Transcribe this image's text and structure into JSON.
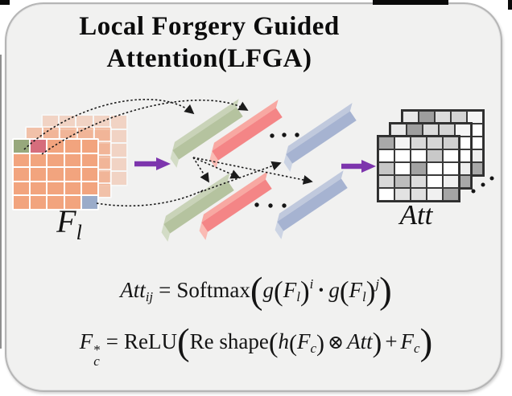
{
  "title": {
    "line1": "Local Forgery Guided",
    "line2": "Attention(LFGA)"
  },
  "diagram": {
    "fl_label": {
      "base": "F",
      "sub": "l"
    },
    "att_label": "Att",
    "colors": {
      "card_bg": "#f1f1f0",
      "card_border": "#b5b5b5",
      "cell_orange": "#f2a47e",
      "cell_green": "#97a87c",
      "cell_red": "#d66d7c",
      "cell_blue": "#9aabc9",
      "purple": "#7d35ad",
      "arrow_black": "#1b1b1b",
      "bar_green_face": "#b5c39f",
      "bar_green_top": "#c9d3b8",
      "bar_green_cap": "#d3dcc6",
      "bar_red_face": "#f48586",
      "bar_red_top": "#f8a8a2",
      "bar_red_cap": "#fabbb4",
      "bar_blue_face": "#a6b3d1",
      "bar_blue_top": "#c0c9dd",
      "bar_blue_cap": "#ccd4e4"
    },
    "fl_grid": {
      "rows": 5,
      "cols": 5,
      "special_cells": [
        {
          "r": 0,
          "c": 0,
          "color_key": "cell_green"
        },
        {
          "r": 0,
          "c": 1,
          "color_key": "cell_red"
        },
        {
          "r": 4,
          "c": 4,
          "color_key": "cell_blue"
        }
      ]
    },
    "att_grid": {
      "front": [
        [
          "#a9a9a9",
          "#f3f3f3",
          "#d9d9d9",
          "#d6d6d6",
          "#d0d0d0"
        ],
        [
          "#ffffff",
          "#ffffff",
          "#ffffff",
          "#c9c9c9",
          "#ffffff"
        ],
        [
          "#c6c6c6",
          "#ffffff",
          "#a2a2a2",
          "#ffffff",
          "#ffffff"
        ],
        [
          "#d9d9d9",
          "#bdbdbd",
          "#dcdcdc",
          "#ffffff",
          "#efefef"
        ],
        [
          "#ffffff",
          "#e2e2e2",
          "#e0e0e0",
          "#f0f0f0",
          "#a5a5a5"
        ]
      ],
      "back": [
        [
          "#e8e8e8",
          "#9e9e9e",
          "#dcdcdc",
          "#d4d4d4",
          "#f5f5f5"
        ],
        [
          "#ffffff",
          "#dddddd",
          "#eeeeee",
          "#cccccc",
          "#ffffff"
        ],
        [
          "#dddddd",
          "#ffffff",
          "#cccccc",
          "#eeeeee",
          "#ffffff"
        ],
        [
          "#cccccc",
          "#dddddd",
          "#ffffff",
          "#dddddd",
          "#eeeeee"
        ],
        [
          "#eeeeee",
          "#cccccc",
          "#dddddd",
          "#ffffff",
          "#a8a8a8"
        ]
      ]
    }
  },
  "equations": {
    "eq1": {
      "att": "Att",
      "sub_ij": "ij",
      "eq": "=",
      "op": "Softmax",
      "bl": "(",
      "g1": "g",
      "p1": "(",
      "f1": "F",
      "s1": "l",
      "p2": ")",
      "sup_i": "i",
      "cdot": "·",
      "g2": "g",
      "p3": "(",
      "f2": "F",
      "s2": "l",
      "p4": ")",
      "sup_j": "j",
      "br": ")"
    },
    "eq2": {
      "f": "F",
      "star": "*",
      "sub_c": "c",
      "eq": "=",
      "relu": "ReLU",
      "bl": "(",
      "reshape": "Re shape",
      "p1": "(",
      "h": "h",
      "p2": "(",
      "f2": "F",
      "c2": "c",
      "p3": ")",
      "otimes": "⊗",
      "att": "Att",
      "p4": ")",
      "plus": "+",
      "f3": "F",
      "c3": "c",
      "br": ")"
    }
  }
}
